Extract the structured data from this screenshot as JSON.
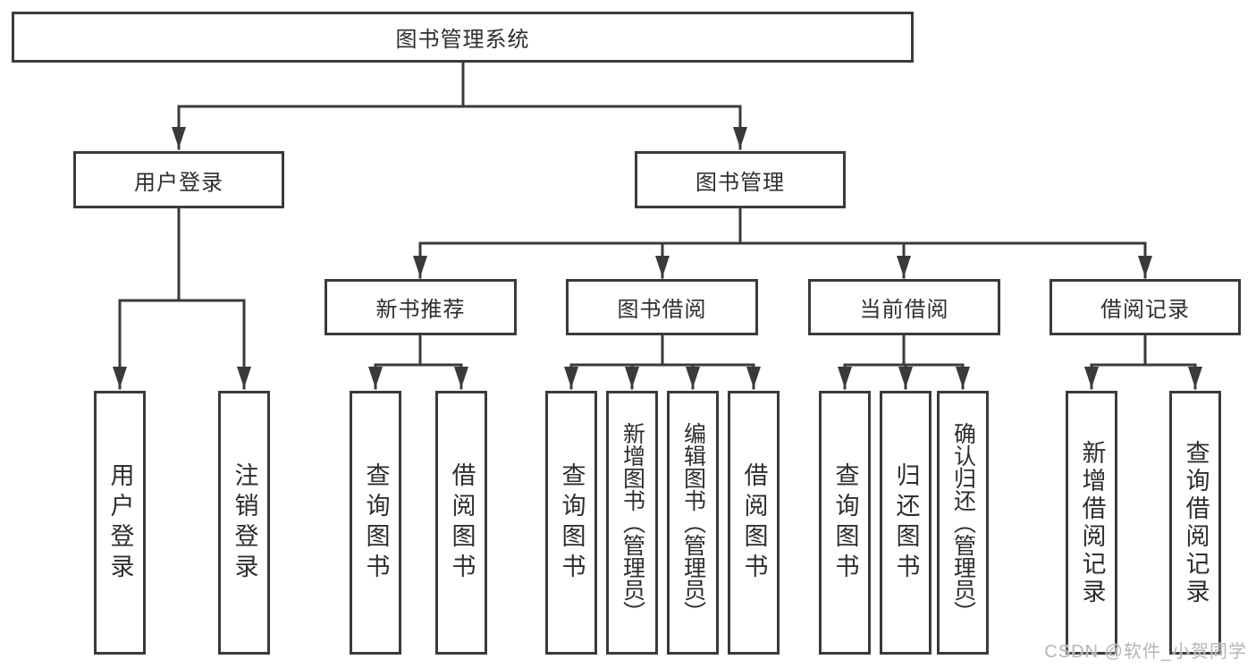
{
  "diagram": {
    "title": "图书管理系统",
    "root": {
      "label": "图书管理系统"
    },
    "level2": [
      {
        "id": "user-login",
        "label": "用户登录"
      },
      {
        "id": "book-management",
        "label": "图书管理"
      }
    ],
    "level3": [
      {
        "id": "new-book-recommend",
        "label": "新书推荐",
        "parent": "book-management"
      },
      {
        "id": "book-borrowing",
        "label": "图书借阅",
        "parent": "book-management"
      },
      {
        "id": "current-borrowing",
        "label": "当前借阅",
        "parent": "book-management"
      },
      {
        "id": "borrowing-records",
        "label": "借阅记录",
        "parent": "book-management"
      }
    ],
    "leaves": [
      {
        "id": "user-login-leaf",
        "label": "用户登录",
        "parent": "user-login"
      },
      {
        "id": "logout",
        "label": "注销登录",
        "parent": "user-login"
      },
      {
        "id": "query-books-1",
        "label": "查询图书",
        "parent": "new-book-recommend"
      },
      {
        "id": "borrow-books-1",
        "label": "借阅图书",
        "parent": "new-book-recommend"
      },
      {
        "id": "query-books-2",
        "label": "查询图书",
        "parent": "book-borrowing"
      },
      {
        "id": "add-book-admin",
        "label": "新增图书（管理员）",
        "parent": "book-borrowing"
      },
      {
        "id": "edit-book-admin",
        "label": "编辑图书（管理员）",
        "parent": "book-borrowing"
      },
      {
        "id": "borrow-books-2",
        "label": "借阅图书",
        "parent": "book-borrowing"
      },
      {
        "id": "query-books-3",
        "label": "查询图书",
        "parent": "current-borrowing"
      },
      {
        "id": "return-book",
        "label": "归还图书",
        "parent": "current-borrowing"
      },
      {
        "id": "confirm-return-admin",
        "label": "确认归还（管理员）",
        "parent": "current-borrowing"
      },
      {
        "id": "add-borrow-record",
        "label": "新增借阅记录",
        "parent": "borrowing-records"
      },
      {
        "id": "query-borrow-record",
        "label": "查询借阅记录",
        "parent": "borrowing-records"
      }
    ],
    "line_color": "#3a3a3a",
    "text_color": "#2e2e2e",
    "background_color": "#ffffff"
  },
  "watermark": {
    "text": "CSDN @软件_小贺同学",
    "color": "#b5b5b5"
  }
}
